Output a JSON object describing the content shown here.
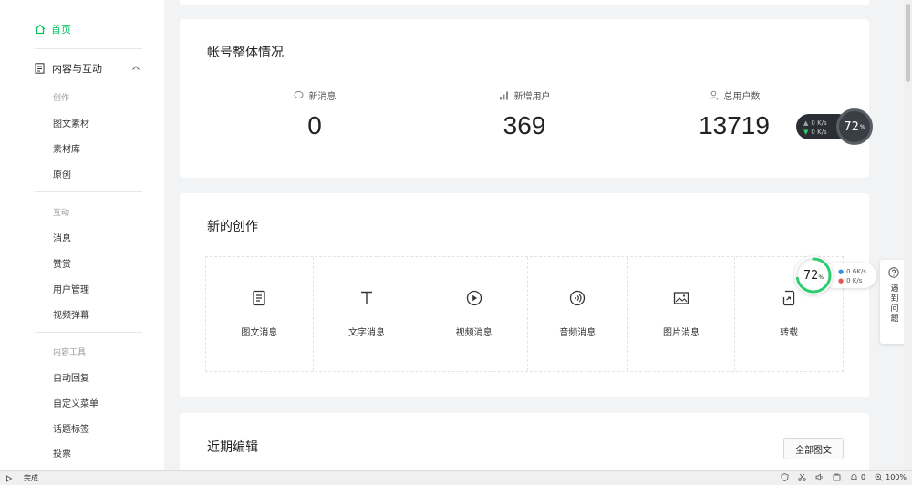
{
  "sidebar": {
    "home": "首页",
    "section": "内容与互动",
    "groups": [
      {
        "title": "创作",
        "items": [
          "图文素材",
          "素材库",
          "原创"
        ]
      },
      {
        "title": "互动",
        "items": [
          "消息",
          "赞赏",
          "用户管理",
          "视频弹幕"
        ]
      },
      {
        "title": "内容工具",
        "items": [
          "自动回复",
          "自定义菜单",
          "话题标签",
          "投票"
        ]
      }
    ]
  },
  "overview": {
    "title": "帐号整体情况",
    "stats": [
      {
        "label": "新消息",
        "value": "0",
        "icon": "message-icon"
      },
      {
        "label": "新增用户",
        "value": "369",
        "icon": "bar-chart-icon"
      },
      {
        "label": "总用户数",
        "value": "13719",
        "icon": "user-icon"
      }
    ]
  },
  "create": {
    "title": "新的创作",
    "items": [
      {
        "label": "图文消息",
        "icon": "document-icon"
      },
      {
        "label": "文字消息",
        "icon": "text-icon"
      },
      {
        "label": "视频消息",
        "icon": "video-icon"
      },
      {
        "label": "音频消息",
        "icon": "audio-icon"
      },
      {
        "label": "图片消息",
        "icon": "image-icon"
      },
      {
        "label": "转载",
        "icon": "repost-icon"
      }
    ]
  },
  "recent": {
    "title": "近期编辑",
    "all_button": "全部图文"
  },
  "net_widget": {
    "percent": "72",
    "unit": "%",
    "up": "0 K/s",
    "down": "0 K/s"
  },
  "mem_widget": {
    "percent": "72",
    "percent_value": 72,
    "unit": "%",
    "up": "0.6K/s",
    "down": "0 K/s"
  },
  "feedback": {
    "label": "遇到问题"
  },
  "statusbar": {
    "status": "完成",
    "badge": "0",
    "zoom": "100%"
  },
  "colors": {
    "accent": "#07c160",
    "background": "#f2f3f5"
  }
}
